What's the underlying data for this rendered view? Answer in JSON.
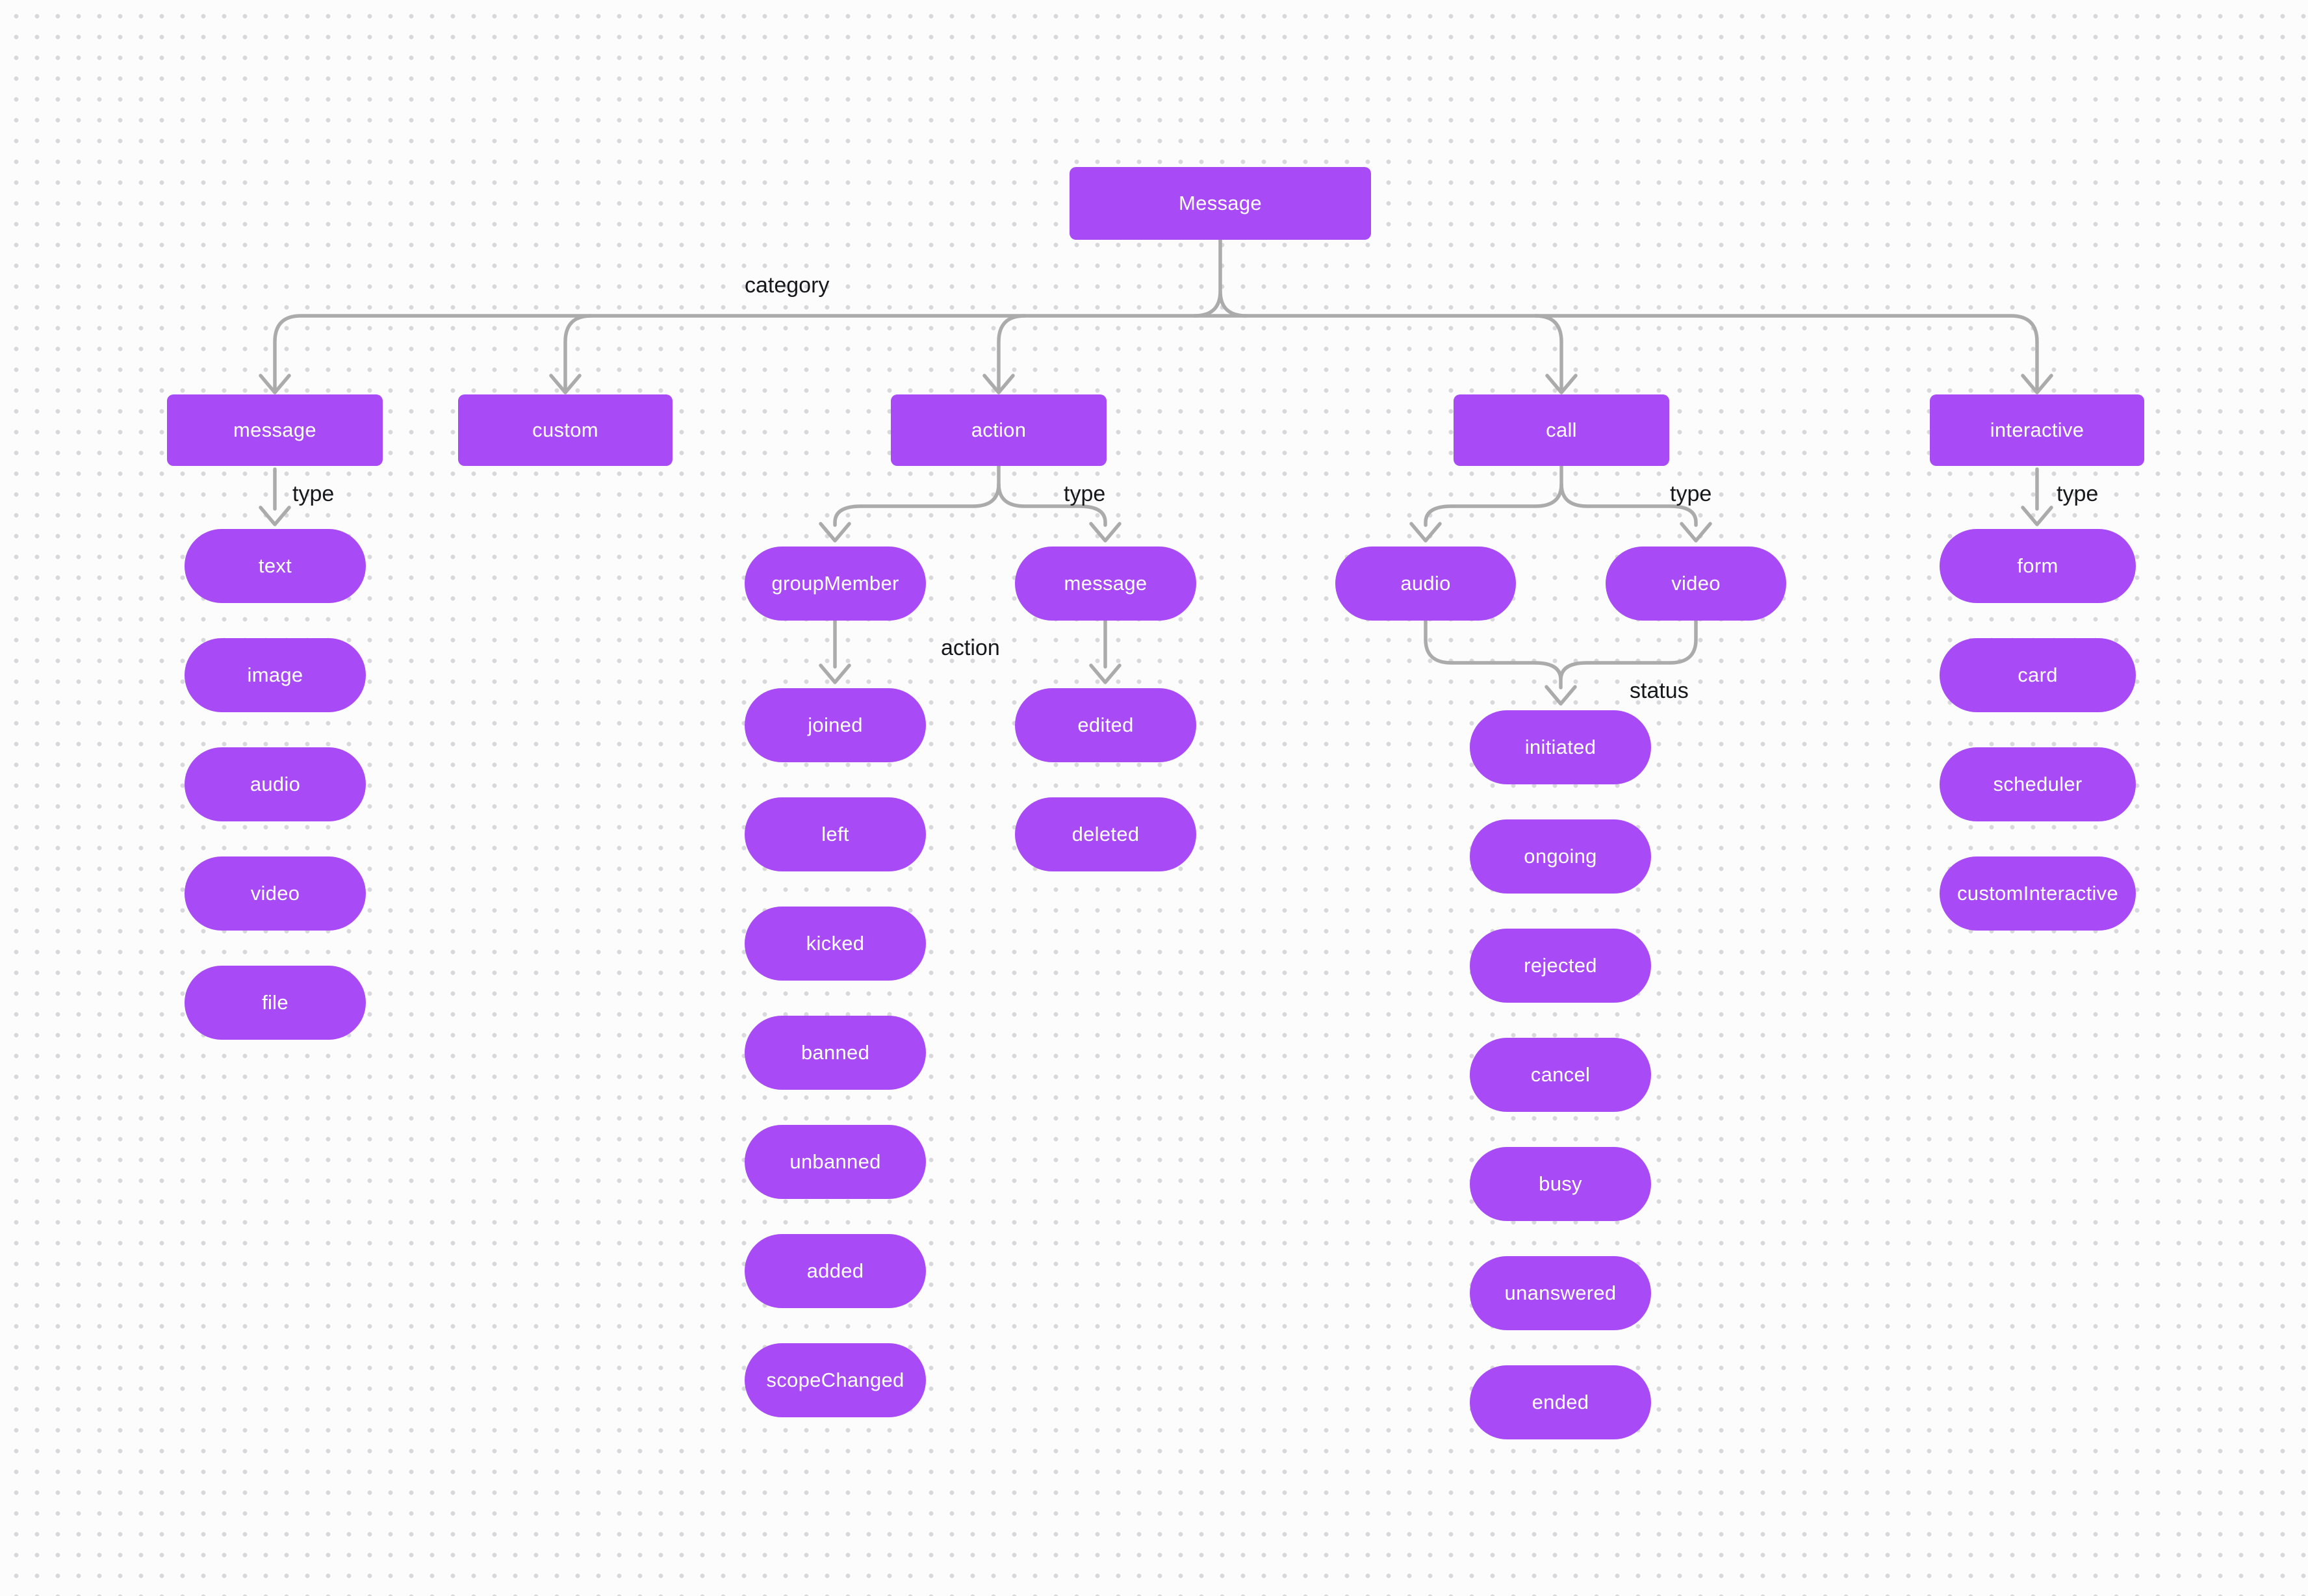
{
  "diagram": {
    "title_node": "Message",
    "edge_labels": {
      "category": "category",
      "message_type": "type",
      "action_type": "type",
      "call_type": "type",
      "interactive_type": "type",
      "action_action": "action",
      "call_status": "status"
    },
    "categories": [
      {
        "label": "message",
        "types": [
          "text",
          "image",
          "audio",
          "video",
          "file"
        ]
      },
      {
        "label": "custom",
        "types": []
      },
      {
        "label": "action",
        "types": [
          {
            "label": "groupMember",
            "actions": [
              "joined",
              "left",
              "kicked",
              "banned",
              "unbanned",
              "added",
              "scopeChanged"
            ]
          },
          {
            "label": "message",
            "actions": [
              "edited",
              "deleted"
            ]
          }
        ]
      },
      {
        "label": "call",
        "types": [
          "audio",
          "video"
        ],
        "statuses": [
          "initiated",
          "ongoing",
          "rejected",
          "cancel",
          "busy",
          "unanswered",
          "ended"
        ]
      },
      {
        "label": "interactive",
        "types": [
          "form",
          "card",
          "scheduler",
          "customInteractive"
        ]
      }
    ],
    "colors": {
      "node_fill": "#a84af5",
      "node_text": "#ffffff",
      "connector": "#ababab",
      "edge_label_text": "#17181b",
      "background": "#fcfcfd",
      "grid_dot": "#d8d8dd"
    }
  }
}
